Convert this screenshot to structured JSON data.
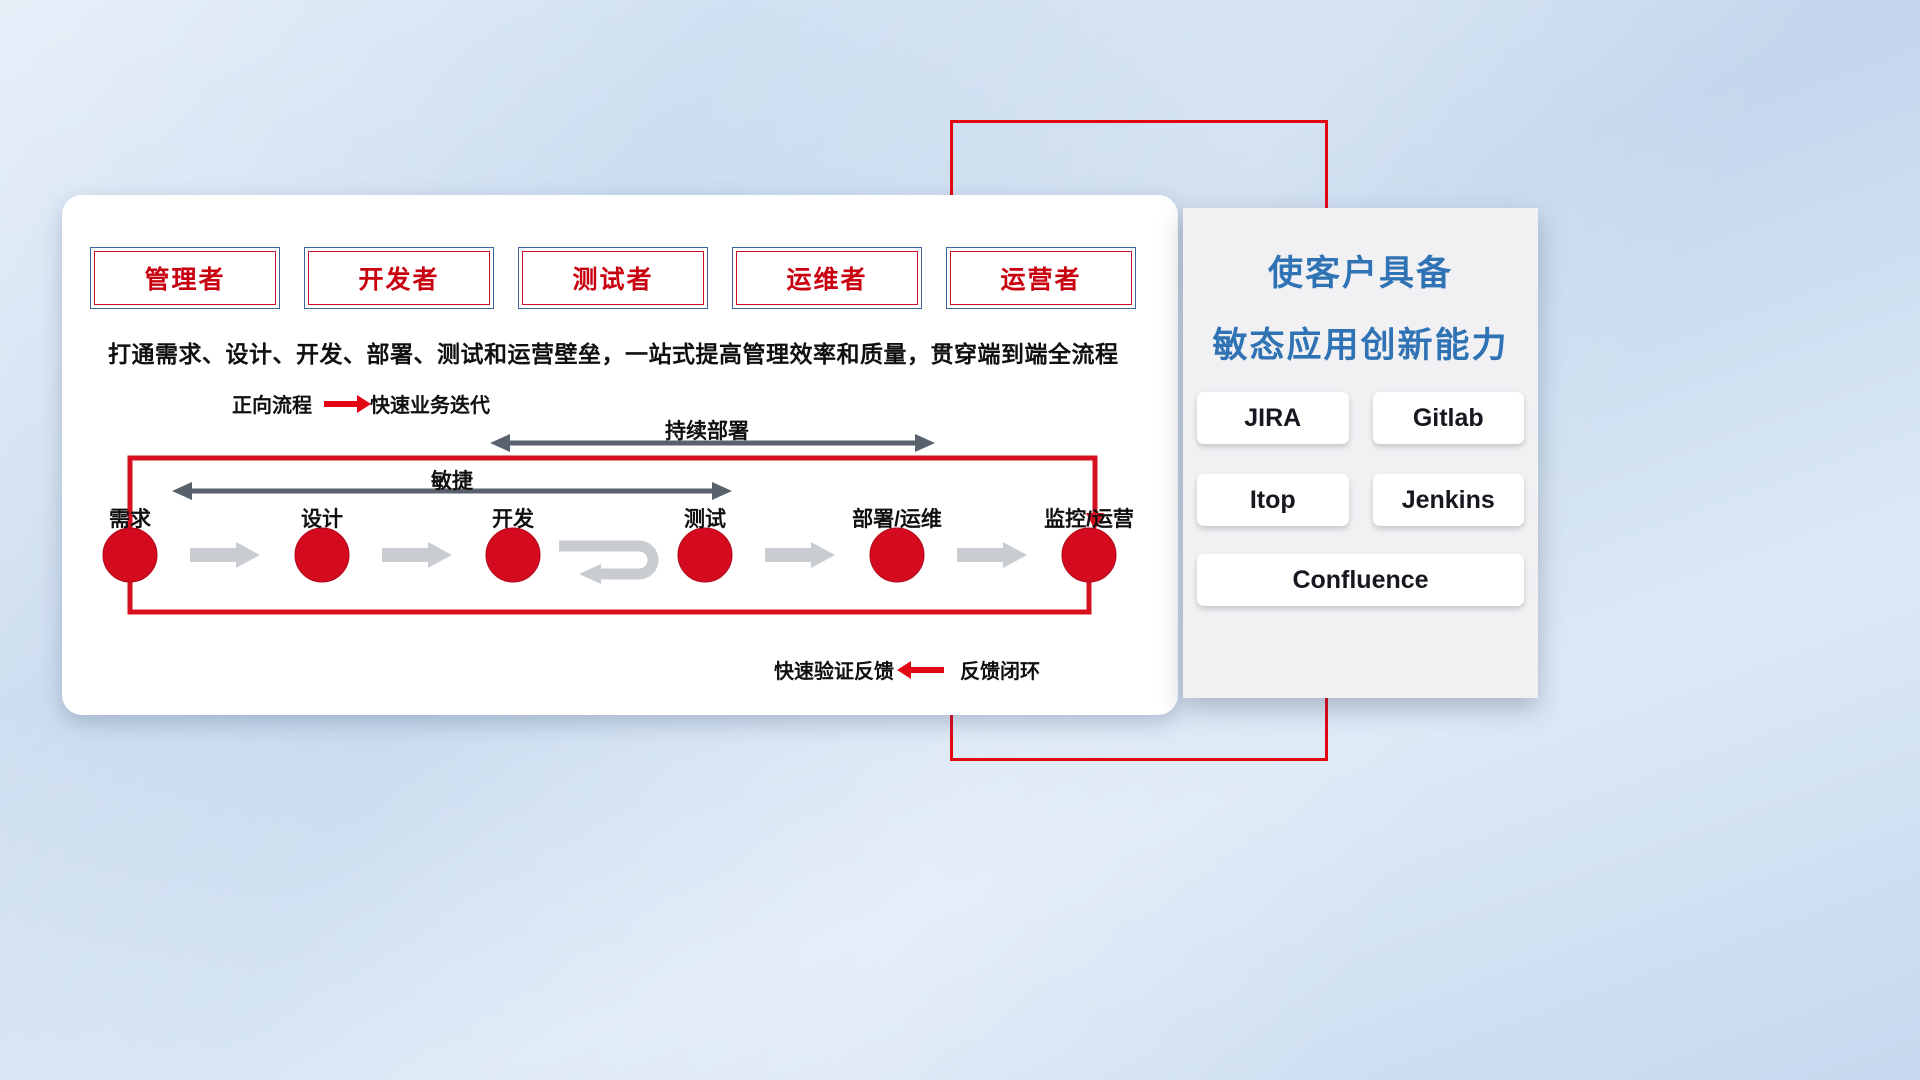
{
  "roles": {
    "items": [
      {
        "label": "管理者"
      },
      {
        "label": "开发者"
      },
      {
        "label": "测试者"
      },
      {
        "label": "运维者"
      },
      {
        "label": "运营者"
      }
    ]
  },
  "description": "打通需求、设计、开发、部署、测试和运营壁垒，一站式提高管理效率和质量，贯穿端到端全流程",
  "legend": {
    "forward_label": "正向流程",
    "forward_value": "快速业务迭代",
    "feedback_label": "快速验证反馈",
    "feedback_value": "反馈闭环"
  },
  "flow": {
    "continuous_deploy_label": "持续部署",
    "agile_label": "敏捷",
    "stages": [
      "需求",
      "设计",
      "开发",
      "测试",
      "部署/运维",
      "监控/运营"
    ]
  },
  "panel": {
    "title_line1": "使客户具备",
    "title_line2": "敏态应用创新能力",
    "tools": [
      "JIRA",
      "Gitlab",
      "Itop",
      "Jenkins",
      "Confluence"
    ]
  },
  "icons": {
    "forward_arrow": "red-right-arrow",
    "feedback_arrow": "red-left-arrow",
    "stage_connector": "gray-right-arrow",
    "dev_test_iteration": "gray-loop-arrow",
    "agile_span": "dark-double-arrow",
    "deploy_span": "dark-double-arrow"
  },
  "colors": {
    "accent_red": "#e30613",
    "node_red": "#d40a1e",
    "dark_arrow": "#59626c",
    "gray_arrow": "#c9cdd1",
    "title_blue": "#2f73b4",
    "role_text_red": "#c8000f"
  }
}
